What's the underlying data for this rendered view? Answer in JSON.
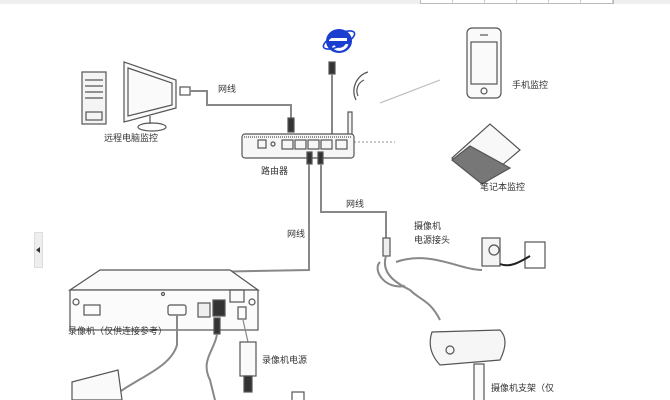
{
  "labels": {
    "remote_pc": "远程电脑监控",
    "cable_top": "网线",
    "router": "路由器",
    "phone": "手机监控",
    "laptop": "笔记本监控",
    "cable_mid": "网线",
    "cable_right": "网线",
    "camera_power_line1": "摄像机",
    "camera_power_line2": "电源接头",
    "nvr": "录像机（仅供连接参考）",
    "nvr_power": "录像机电源",
    "camera_bracket": "摄像机支架（仅"
  },
  "icons": {
    "browser": "ie-logo-icon"
  },
  "colors": {
    "browser_blue": "#1a3fd0",
    "line": "#555555"
  }
}
